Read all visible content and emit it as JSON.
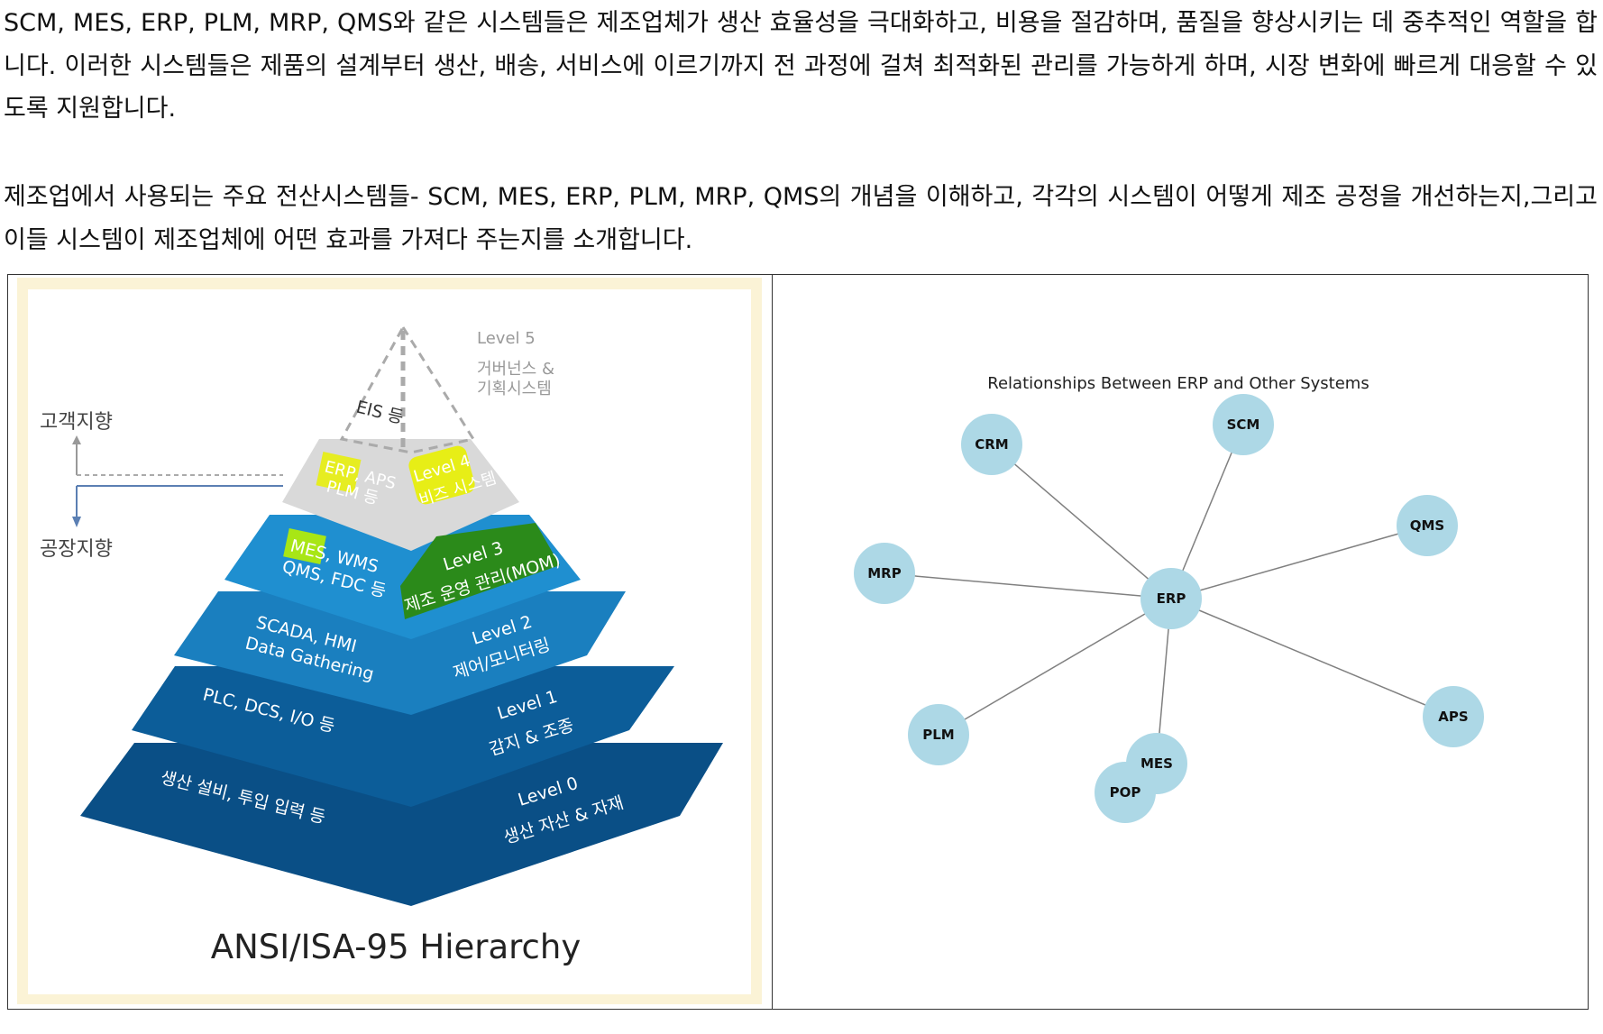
{
  "paragraphs": [
    "SCM, MES, ERP, PLM, MRP, QMS와 같은 시스템들은 제조업체가 생산 효율성을 극대화하고, 비용을 절감하며, 품질을 향상시키는 데 중추적인 역할을 합니다. 이러한 시스템들은 제품의 설계부터 생산, 배송, 서비스에 이르기까지 전 과정에 걸쳐 최적화된 관리를 가능하게 하며, 시장 변화에 빠르게 대응할 수 있도록 지원합니다.",
    "제조업에서 사용되는 주요 전산시스템들- SCM, MES, ERP, PLM, MRP, QMS의 개념을 이해하고, 각각의 시스템이 어떻게 제조 공정을 개선하는지,그리고 이들 시스템이 제조업체에 어떤 효과를 가져다 주는지를 소개합니다."
  ],
  "pyramid": {
    "caption": "ANSI/ISA-95 Hierarchy",
    "customer_label": "고객지향",
    "factory_label": "공장지향",
    "levels": [
      {
        "left": [
          "EIS 등"
        ],
        "right_level": "Level 5",
        "right_desc": [
          "거버넌스 &",
          "기획시스템"
        ],
        "color": "#ffffff"
      },
      {
        "left": [
          "ERP, APS",
          "PLM 등"
        ],
        "right_level": "Level 4",
        "right_desc": [
          "비즈 시스템"
        ],
        "color": "#d9d9d9"
      },
      {
        "left": [
          "MES, WMS",
          "QMS, FDC 등"
        ],
        "right_level": "Level 3",
        "right_desc": [
          "제조 운영 관리(MOM)"
        ],
        "color": "#1f8fd0"
      },
      {
        "left": [
          "SCADA, HMI",
          "Data Gathering"
        ],
        "right_level": "Level 2",
        "right_desc": [
          "제어/모니터링"
        ],
        "color": "#1a7fbf"
      },
      {
        "left": [
          "PLC, DCS, I/O 등"
        ],
        "right_level": "Level 1",
        "right_desc": [
          "감지 & 조종"
        ],
        "color": "#0c5d99"
      },
      {
        "left": [
          "생산 설비, 투입 입력 등"
        ],
        "right_level": "Level 0",
        "right_desc": [
          "생산 자산 & 자재"
        ],
        "color": "#0a4f86"
      }
    ]
  },
  "network": {
    "title": "Relationships Between ERP and Other Systems",
    "center": "ERP",
    "node_color": "#add8e6",
    "edge_color": "#808080",
    "nodes": [
      "ERP",
      "CRM",
      "SCM",
      "QMS",
      "MRP",
      "APS",
      "PLM",
      "MES",
      "POP"
    ],
    "edges": [
      [
        "ERP",
        "CRM"
      ],
      [
        "ERP",
        "SCM"
      ],
      [
        "ERP",
        "QMS"
      ],
      [
        "ERP",
        "MRP"
      ],
      [
        "ERP",
        "APS"
      ],
      [
        "ERP",
        "PLM"
      ],
      [
        "ERP",
        "MES"
      ]
    ]
  }
}
